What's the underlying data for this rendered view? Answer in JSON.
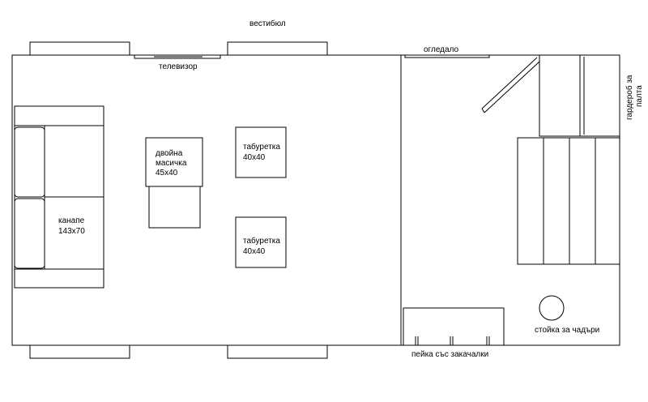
{
  "labels": {
    "vestibule": "вестибюл",
    "tv": "телевизор",
    "mirror": "огледало",
    "wardrobe_line1": "гардероб за",
    "wardrobe_line2": "палта",
    "table_line1": "двойна",
    "table_line2": "масичка",
    "table_line3": "45x40",
    "stool1_line1": "табуретка",
    "stool1_line2": "40x40",
    "stool2_line1": "табуретка",
    "stool2_line2": "40x40",
    "sofa_line1": "канапе",
    "sofa_line2": "143x70",
    "bench": "пейка със закачалки",
    "umbrella_stand": "стойка за чадъри"
  }
}
